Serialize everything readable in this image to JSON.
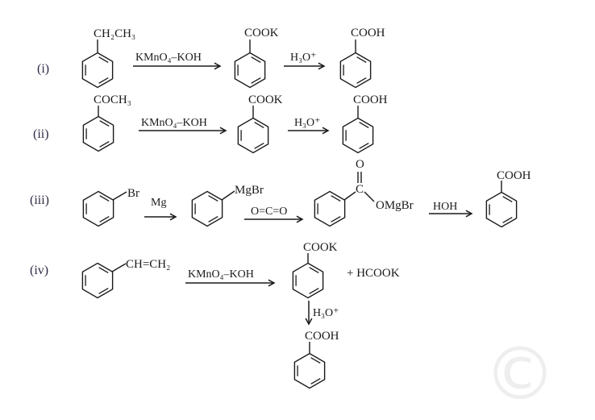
{
  "colors": {
    "ink": "#1a1a1a",
    "label": "#2b2b45",
    "watermark": "#eeeeee"
  },
  "watermark": "©",
  "reactions": [
    {
      "label": "(i)",
      "start": "CH₂CH₃",
      "reagent1": "KMnO₄–KOH",
      "intermediate": "COOK",
      "reagent2": "H₃O⁺",
      "product": "COOH"
    },
    {
      "label": "(ii)",
      "start": "COCH₃",
      "reagent1": "KMnO₄–KOH",
      "intermediate": "COOK",
      "reagent2": "H₃O⁺",
      "product": "COOH"
    },
    {
      "label": "(iii)",
      "start": "Br",
      "reagent1": "Mg",
      "intermediate1": "MgBr",
      "reagent2": "O=C=O",
      "carbonyl_o": "O",
      "carbonyl_c": "C",
      "intermediate2": "OMgBr",
      "reagent3": "HOH",
      "product": "COOH"
    },
    {
      "label": "(iv)",
      "start": "CH=CH₂",
      "reagent1": "KMnO₄–KOH",
      "intermediate": "COOK",
      "byproduct": "+ HCOOK",
      "reagent2": "H₃O⁺",
      "product": "COOH"
    }
  ]
}
